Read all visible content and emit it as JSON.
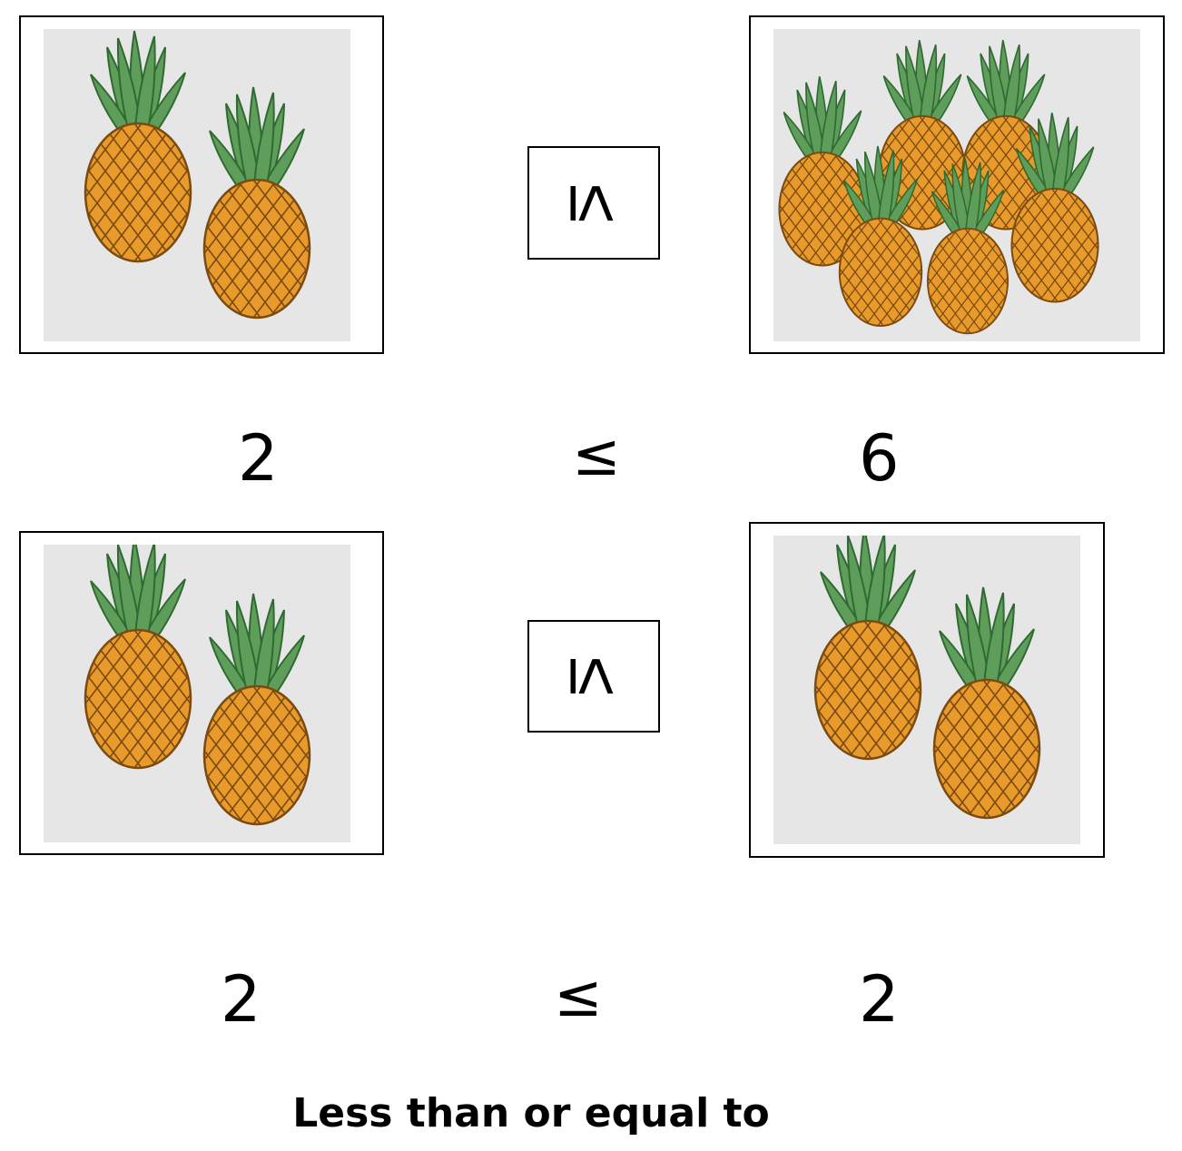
{
  "row1": {
    "left_count": 2,
    "right_count": 6,
    "box_symbol": "≤",
    "expr_left": "2",
    "expr_symbol": "≤",
    "expr_right": "6"
  },
  "row2": {
    "left_count": 2,
    "right_count": 2,
    "box_symbol": "≤",
    "expr_left": "2",
    "expr_symbol": "≤",
    "expr_right": "2"
  },
  "caption": "Less than or equal to",
  "colors": {
    "photo_bg": "#e6e6e6",
    "fruit_fill": "#e89a2a",
    "fruit_dark": "#7a4a10",
    "leaf": "#5f9e5a",
    "leaf_dark": "#2f6a33"
  },
  "icons": {
    "fruit": "pineapple-icon"
  }
}
